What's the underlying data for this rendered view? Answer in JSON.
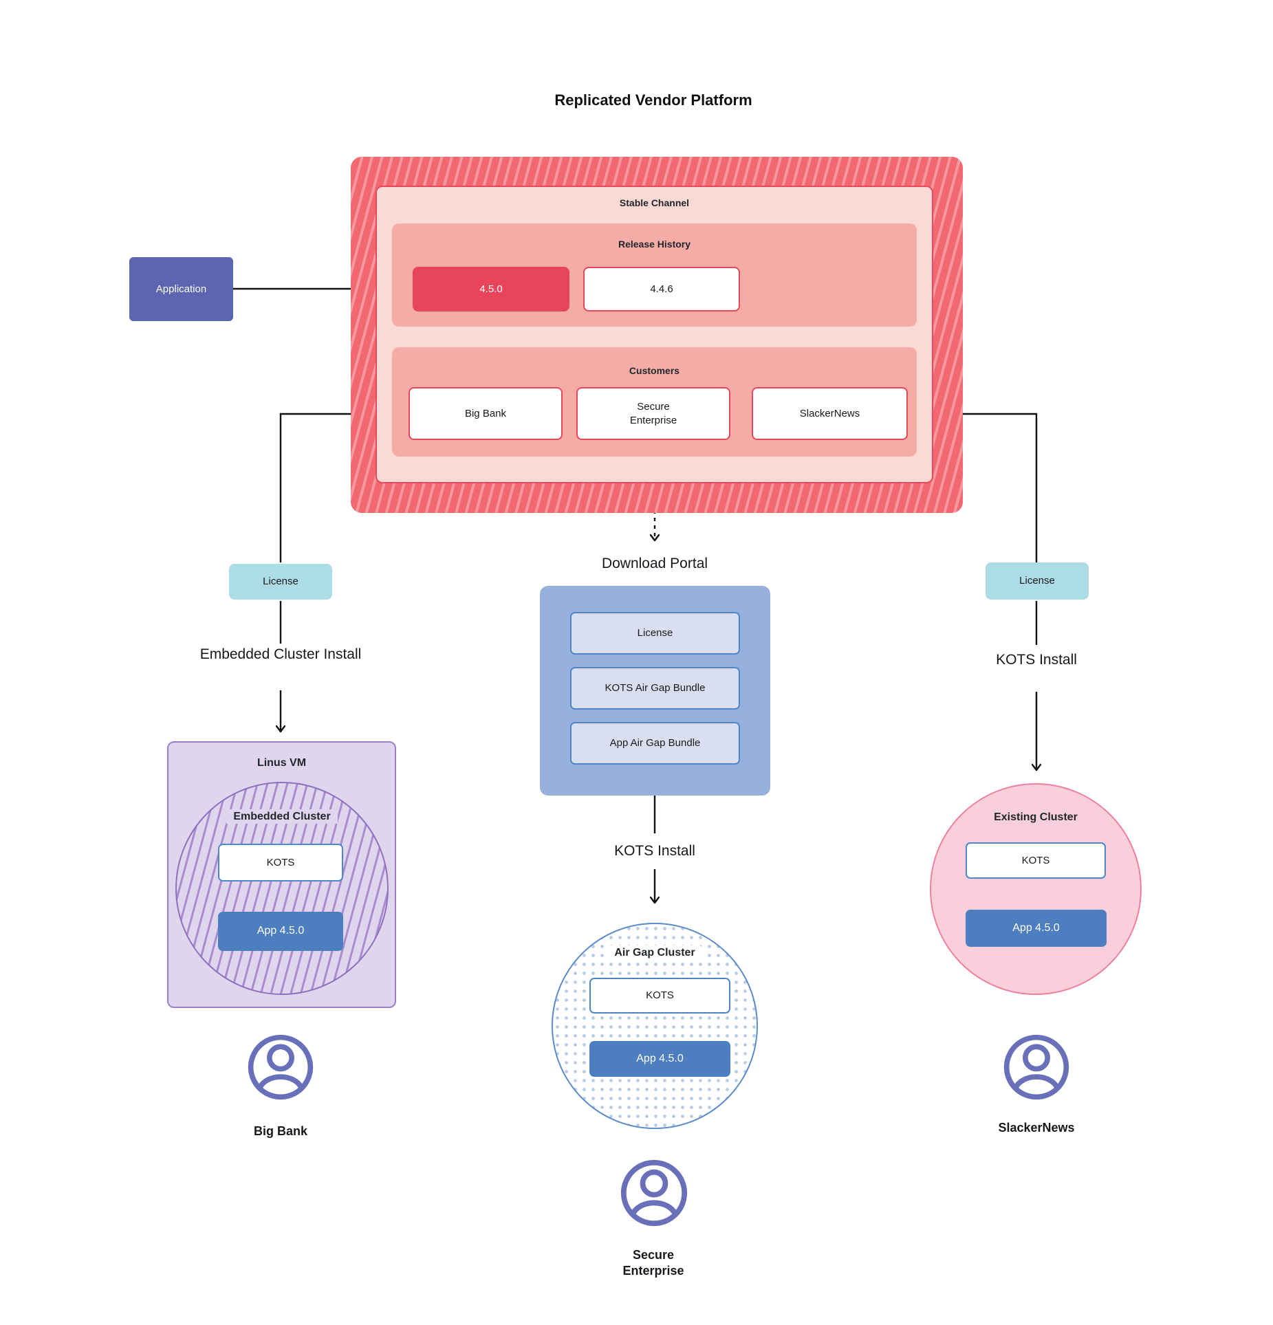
{
  "title": "Replicated Vendor Platform",
  "application": {
    "label": "Application"
  },
  "platform": {
    "stable_channel": {
      "label": "Stable Channel"
    },
    "release_history": {
      "label": "Release History",
      "releases": [
        {
          "version": "4.5.0",
          "highlight": true
        },
        {
          "version": "4.4.6",
          "highlight": false
        }
      ]
    },
    "customers": {
      "label": "Customers",
      "items": [
        "Big Bank",
        "Secure Enterprise",
        "SlackerNews"
      ]
    }
  },
  "left_branch": {
    "license_label": "License",
    "install_label": "Embedded Cluster Install",
    "vm_label": "Linus VM",
    "cluster_label": "Embedded Cluster",
    "kots_label": "KOTS",
    "app_label": "App 4.5.0",
    "user_label": "Big Bank"
  },
  "center_branch": {
    "portal_title": "Download Portal",
    "portal_items": [
      "License",
      "KOTS Air Gap Bundle",
      "App Air Gap Bundle"
    ],
    "install_label": "KOTS Install",
    "cluster_label": "Air Gap Cluster",
    "kots_label": "KOTS",
    "app_label": "App 4.5.0",
    "user_label": "Secure Enterprise"
  },
  "right_branch": {
    "license_label": "License",
    "install_label": "KOTS Install",
    "cluster_label": "Existing Cluster",
    "kots_label": "KOTS",
    "app_label": "App 4.5.0",
    "user_label": "SlackerNews"
  },
  "colors": {
    "platform_red": "#F26870",
    "release_highlight": "#E9455A",
    "panel_pink_light": "#FBD9D5",
    "panel_pink_mid": "#F5ACA7",
    "application_indigo": "#5C66B0",
    "license_teal": "#ACDDE6",
    "portal_blue": "#97B0DC",
    "portal_item_blue": "#D9DEF0",
    "app_blue": "#4D7EBF",
    "vm_purple": "#DFD6EE",
    "existing_pink": "#F9CFDB",
    "user_icon_indigo": "#6770B8",
    "connector_black": "#111111"
  }
}
